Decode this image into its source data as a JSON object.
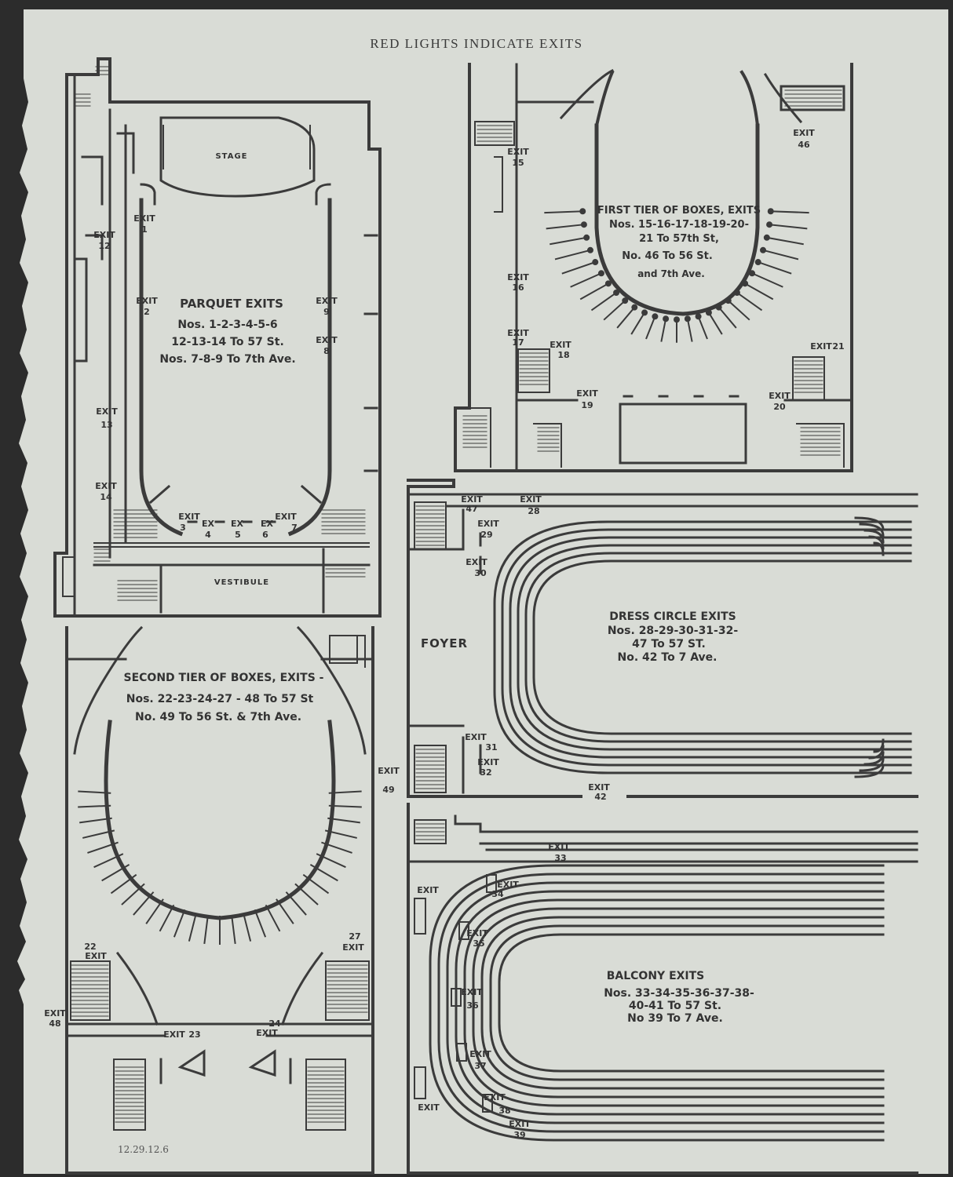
{
  "heading": "RED LIGHTS INDICATE EXITS",
  "handwritten_note": "12.29.12.6",
  "colors": {
    "paper": "#d9dcd6",
    "ink": "#3b3b3b",
    "background": "#2c2c2c"
  },
  "plans": {
    "parquet": {
      "rooms": {
        "stage": "STAGE",
        "vestibule": "VESTIBULE"
      },
      "exits_title": "PARQUET EXITS",
      "exits_lines": [
        "Nos. 1-2-3-4-5-6",
        "12-13-14 To 57 St.",
        "Nos. 7-8-9 To 7th Ave."
      ],
      "exits": [
        {
          "name": "EXIT",
          "num": "1"
        },
        {
          "name": "EXIT",
          "num": "12"
        },
        {
          "name": "EXIT",
          "num": "2"
        },
        {
          "name": "EXIT",
          "num": "9"
        },
        {
          "name": "EXIT",
          "num": "8"
        },
        {
          "name": "EXIT",
          "num": "13"
        },
        {
          "name": "EXIT",
          "num": "14"
        },
        {
          "name": "EXIT",
          "num": "3"
        },
        {
          "name": "EX",
          "num": "4"
        },
        {
          "name": "EX",
          "num": "5"
        },
        {
          "name": "EX",
          "num": "6"
        },
        {
          "name": "EXIT",
          "num": "7"
        }
      ]
    },
    "first_tier": {
      "title": "FIRST TIER OF BOXES, EXITS",
      "lines": [
        "Nos. 15-16-17-18-19-20-",
        "21 To 57th St,",
        "No. 46 To 56 St.",
        "and 7th Ave."
      ],
      "exits": [
        {
          "name": "EXIT",
          "num": "15"
        },
        {
          "name": "EXIT",
          "num": "16"
        },
        {
          "name": "EXIT",
          "num": "17"
        },
        {
          "name": "EXIT",
          "num": "18"
        },
        {
          "name": "EXIT",
          "num": "19"
        },
        {
          "name": "EXIT",
          "num": "20"
        },
        {
          "name": "EXIT",
          "num": "21"
        },
        {
          "name": "EXIT",
          "num": "46"
        }
      ]
    },
    "dress_circle": {
      "foyer": "FOYER",
      "title": "DRESS CIRCLE EXITS",
      "lines": [
        "Nos. 28-29-30-31-32-",
        "47 To 57 ST.",
        "No. 42 To 7 Ave."
      ],
      "exits": [
        {
          "name": "EXIT",
          "num": "47"
        },
        {
          "name": "EXIT",
          "num": "28"
        },
        {
          "name": "EXIT",
          "num": "29"
        },
        {
          "name": "EXIT",
          "num": "30"
        },
        {
          "name": "EXIT",
          "num": "31"
        },
        {
          "name": "EXIT",
          "num": "32"
        },
        {
          "name": "EXIT",
          "num": "42"
        }
      ]
    },
    "second_tier": {
      "title": "SECOND TIER OF BOXES, EXITS -",
      "lines": [
        "Nos. 22-23-24-27 - 48 To 57 St",
        "No. 49 To 56 St. & 7th Ave."
      ],
      "exits": [
        {
          "name": "EXIT",
          "num": "49"
        },
        {
          "name": "EXIT",
          "num": "22"
        },
        {
          "name": "EXIT",
          "num": "27"
        },
        {
          "name": "EXIT",
          "num": "48"
        },
        {
          "name": "EXIT",
          "num": "23"
        },
        {
          "name": "EXIT",
          "num": "24"
        }
      ]
    },
    "balcony": {
      "title": "BALCONY EXITS",
      "lines": [
        "Nos. 33-34-35-36-37-38-",
        "40-41 To 57 St.",
        "No 39 To 7 Ave."
      ],
      "exits": [
        {
          "name": "EXIT",
          "num": "33"
        },
        {
          "name": "EXIT",
          "num": ""
        },
        {
          "name": "EXIT",
          "num": "34"
        },
        {
          "name": "EXIT",
          "num": "35"
        },
        {
          "name": "EXIT",
          "num": "36"
        },
        {
          "name": "EXIT",
          "num": "37"
        },
        {
          "name": "EXIT",
          "num": ""
        },
        {
          "name": "EXIT",
          "num": "38"
        },
        {
          "name": "EXIT",
          "num": "39"
        }
      ]
    }
  }
}
